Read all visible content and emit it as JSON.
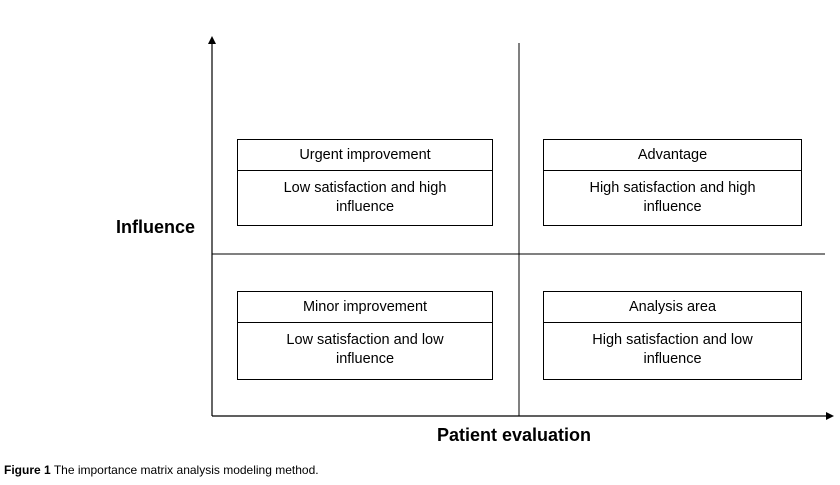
{
  "axes": {
    "y_label": "Influence",
    "x_label": "Patient evaluation"
  },
  "quadrants": [
    {
      "title": "Urgent improvement",
      "description": "Low satisfaction and high influence"
    },
    {
      "title": "Advantage",
      "description": "High satisfaction and high influence"
    },
    {
      "title": "Minor improvement",
      "description": "Low satisfaction and low influence"
    },
    {
      "title": "Analysis area",
      "description": "High satisfaction and low influence"
    }
  ],
  "caption": {
    "label": "Figure 1",
    "text": "The importance matrix analysis modeling method."
  },
  "colors": {
    "lines": "#000000",
    "text": "#000000",
    "background": "#ffffff"
  }
}
